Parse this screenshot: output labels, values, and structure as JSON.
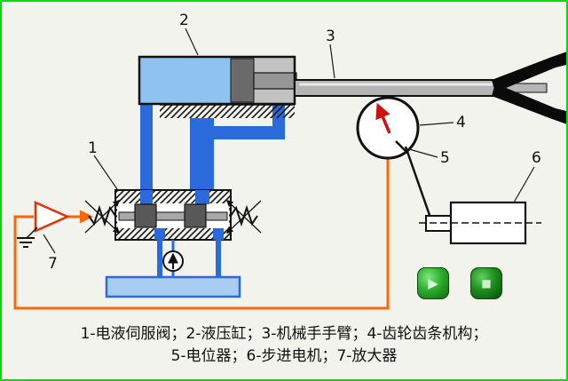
{
  "window": {
    "background": "#f3f3ee",
    "frame_border_color": "#00dd00"
  },
  "diagram": {
    "part_labels": {
      "servo_valve": "1",
      "cylinder": "2",
      "arm": "3",
      "gear_rack": "4",
      "potentiometer": "5",
      "stepper_motor": "6",
      "amplifier": "7"
    },
    "colors": {
      "pipe_blue": "#2b6ada",
      "chamber_blue": "#8fc2ee",
      "tank_blue": "#a8cdf0",
      "wire_orange": "#ff6600",
      "needle_red": "#cc1111",
      "amp_red": "#e83000",
      "button_green": "#117711"
    }
  },
  "controls": {
    "play_glyph": "▶",
    "stop_glyph": "■"
  },
  "caption": {
    "line1": "1-电液伺服阀；2-液压缸；3-机械手手臂；4-齿轮齿条机构；",
    "line2": "5-电位器；6-步进电机；7-放大器"
  }
}
